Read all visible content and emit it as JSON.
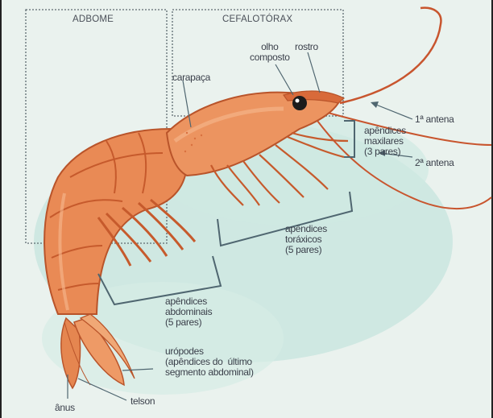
{
  "colors": {
    "background": "#eaf2ee",
    "wash": "#b9ddd6",
    "shrimp_body": "#e98a55",
    "shrimp_dark": "#c65a2c",
    "shrimp_light": "#f6b98f",
    "label_text": "#3a3f4a",
    "bracket": "#4f6670"
  },
  "labels": {
    "adbome": "ADBOME",
    "cefalotorax": "CEFALOTÓRAX",
    "olho_composto": "olho\ncomposto",
    "rostro": "rostro",
    "carapaca": "carapaça",
    "antena1": "1ª antena",
    "apendices_maxilares": "apêndices\nmaxilares\n(3 pares)",
    "antena2": "2ª antena",
    "apendices_toraxicos": "apêndices\ntoráxicos\n(5 pares)",
    "apendices_abdominais": "apêndices\nabdominais\n(5 pares)",
    "uropodes": "urópodes\n(apêndices do  último\nsegmento abdominal)",
    "telson": "telson",
    "anus": "ânus"
  }
}
